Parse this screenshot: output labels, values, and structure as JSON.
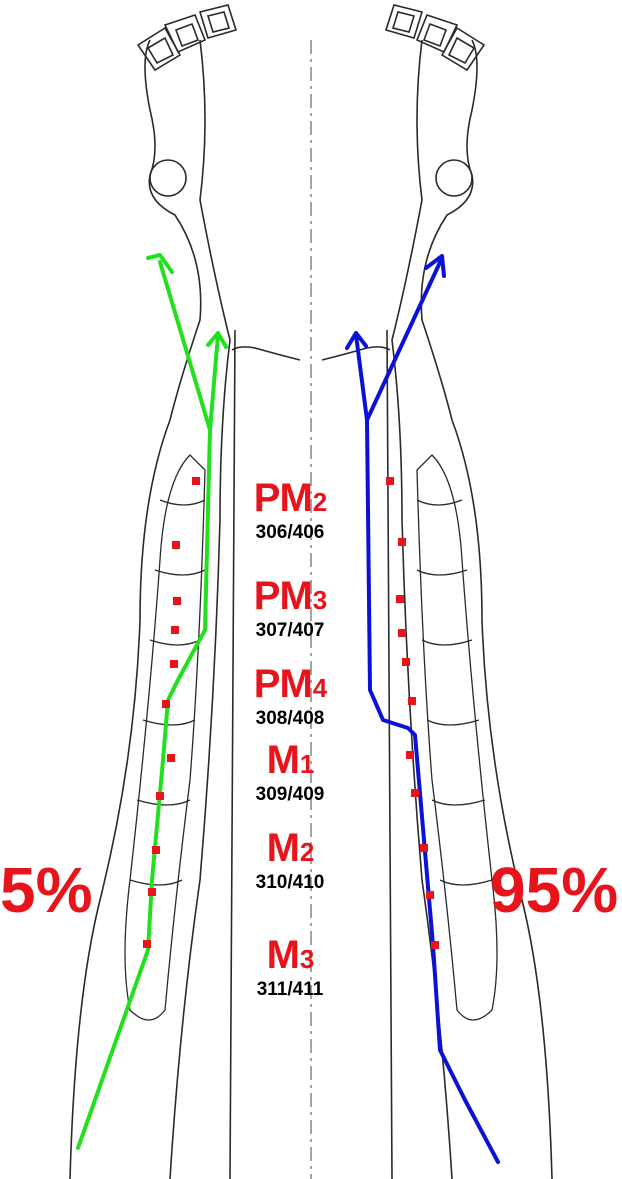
{
  "percent_left": "5%",
  "percent_right": "95%",
  "teeth": [
    {
      "name": "PM",
      "sub": "2",
      "code": "306/406"
    },
    {
      "name": "PM",
      "sub": "3",
      "code": "307/407"
    },
    {
      "name": "PM",
      "sub": "4",
      "code": "308/408"
    },
    {
      "name": "M",
      "sub": "1",
      "code": "309/409"
    },
    {
      "name": "M",
      "sub": "2",
      "code": "310/410"
    },
    {
      "name": "M",
      "sub": "3",
      "code": "311/411"
    }
  ],
  "colors": {
    "left_line": "#22e01e",
    "right_line": "#0a12d8",
    "markers": "#e8141c",
    "text_red": "#e8141c",
    "outline": "#2a2a2a"
  }
}
